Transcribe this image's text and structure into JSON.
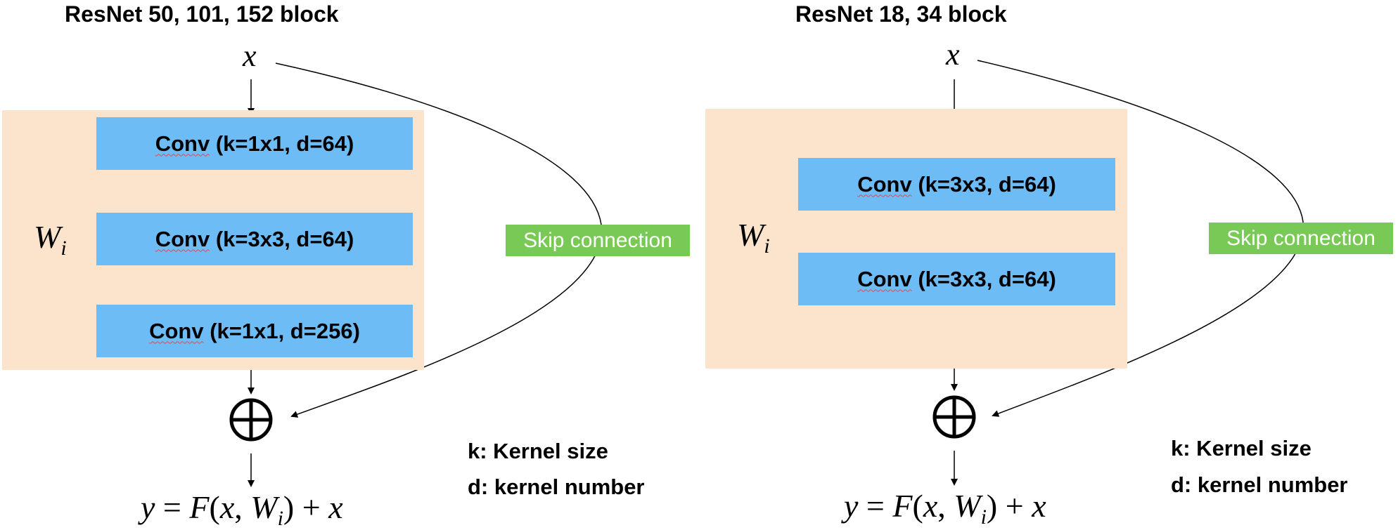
{
  "left_block": {
    "title": "ResNet 50, 101, 152 block",
    "input": "x",
    "weights_label": "W",
    "weights_sub": "i",
    "convs": [
      {
        "word": "Conv",
        "params": " (k=1x1, d=64)"
      },
      {
        "word": "Conv",
        "params": " (k=3x3, d=64)"
      },
      {
        "word": "Conv",
        "params": " (k=1x1, d=256)"
      }
    ],
    "skip_label": "Skip connection",
    "output_formula": {
      "lhs": "y",
      "eq": " = ",
      "f": "F",
      "open": "(",
      "x": "x",
      "comma": ", ",
      "w": "W",
      "w_sub": "i",
      "close": ")",
      "plus": " + ",
      "x2": "x"
    },
    "legend": [
      "k: Kernel size",
      "d: kernel number"
    ]
  },
  "right_block": {
    "title": "ResNet 18, 34 block",
    "input": "x",
    "weights_label": "W",
    "weights_sub": "i",
    "convs": [
      {
        "word": "Conv",
        "params": " (k=3x3, d=64)"
      },
      {
        "word": "Conv",
        "params": " (k=3x3, d=64)"
      }
    ],
    "skip_label": "Skip connection",
    "output_formula": {
      "lhs": "y",
      "eq": " = ",
      "f": "F",
      "open": "(",
      "x": "x",
      "comma": ", ",
      "w": "W",
      "w_sub": "i",
      "close": ")",
      "plus": " + ",
      "x2": "x"
    },
    "legend": [
      "k: Kernel size",
      "d: kernel number"
    ]
  },
  "colors": {
    "peach_background": "#fce4cc",
    "conv_box": "#6dbcf6",
    "skip_label_bg": "#79c957",
    "skip_label_text": "#ffffff"
  }
}
